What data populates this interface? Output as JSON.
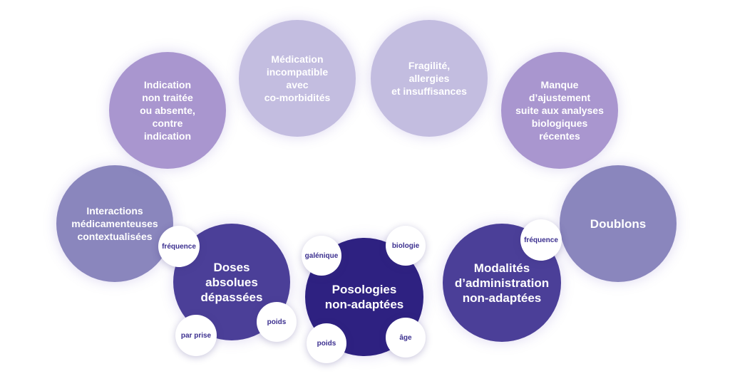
{
  "bubbles": {
    "interactions": "Interactions\nmédicamenteuses\ncontextualisées",
    "indication": "Indication\nnon traitée\nou absente,\ncontre\nindication",
    "medication": "Médication\nincompatible\navec\nco-morbidités",
    "fragilite": "Fragilité,\nallergies\net insuffisances",
    "manque": "Manque\nd’ajustement\nsuite aux analyses\nbiologiques\nrécentes",
    "doublons": "Doublons",
    "doses": "Doses\nabsolues\ndépassées",
    "posologies": "Posologies\nnon-adaptées",
    "modalites": "Modalités\nd’administration\nnon-adaptées"
  },
  "tags": {
    "doses_frequence": "fréquence",
    "doses_poids": "poids",
    "doses_par_prise": "par prise",
    "poso_galenique": "galénique",
    "poso_biologie": "biologie",
    "poso_poids": "poids",
    "poso_age": "âge",
    "modal_frequence": "fréquence"
  },
  "colors": {
    "pale": "#c3bde0",
    "light": "#a996cf",
    "mid": "#8a86bd",
    "dark": "#4b3f98",
    "darkest": "#2e2181",
    "tag_text": "#3b2f8f"
  }
}
